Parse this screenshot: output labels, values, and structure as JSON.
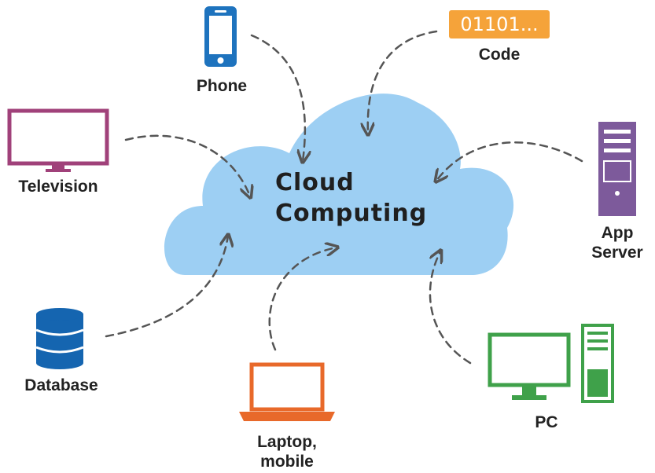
{
  "center": {
    "title_line1": "Cloud",
    "title_line2": "Computing",
    "cloud_color": "#9dcff3"
  },
  "nodes": {
    "phone": {
      "label": "Phone",
      "icon": "smartphone-icon",
      "color": "#1e73be"
    },
    "code": {
      "label": "Code",
      "badge_text": "01101...",
      "icon": "binary-code-badge",
      "color": "#f5a33a"
    },
    "television": {
      "label": "Television",
      "icon": "monitor-icon",
      "color": "#a0417a"
    },
    "app_server": {
      "label_line1": "App",
      "label_line2": "Server",
      "icon": "server-tower-icon",
      "color": "#7d5a9b"
    },
    "database": {
      "label": "Database",
      "icon": "database-icon",
      "color": "#1565b0"
    },
    "laptop": {
      "label_line1": "Laptop,",
      "label_line2": "mobile",
      "icon": "laptop-icon",
      "color": "#e8692a"
    },
    "pc": {
      "label": "PC",
      "icon": "desktop-pc-icon",
      "color": "#3fa14a"
    }
  },
  "connector_style": {
    "color": "#555555",
    "pattern": "dashed"
  }
}
